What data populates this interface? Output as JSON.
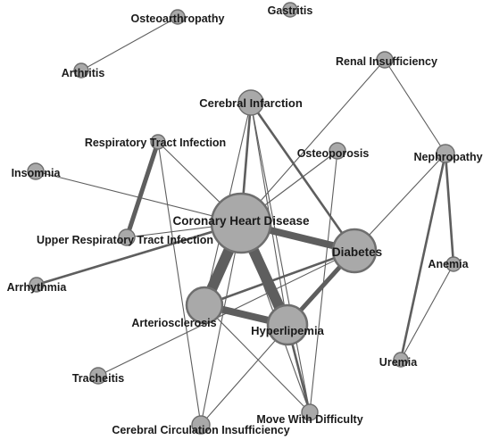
{
  "colors": {
    "background": "#ffffff",
    "node_fill": "#a9a9a9",
    "node_stroke": "#6e6e6e",
    "edge": "#5e5e5e",
    "label": "#1a1a1a"
  },
  "nodes": [
    {
      "id": "chd",
      "label": "Coronary Heart Disease"
    },
    {
      "id": "diabetes",
      "label": "Diabetes"
    },
    {
      "id": "hyperlipemia",
      "label": "Hyperlipemia"
    },
    {
      "id": "arteriosclerosis",
      "label": "Arteriosclerosis"
    },
    {
      "id": "cerebral_infarction",
      "label": "Cerebral Infarction"
    },
    {
      "id": "renal_insufficiency",
      "label": "Renal Insufficiency"
    },
    {
      "id": "nephropathy",
      "label": "Nephropathy"
    },
    {
      "id": "anemia",
      "label": "Anemia"
    },
    {
      "id": "uremia",
      "label": "Uremia"
    },
    {
      "id": "osteoarthropathy",
      "label": "Osteoarthropathy"
    },
    {
      "id": "arthritis",
      "label": "Arthritis"
    },
    {
      "id": "gastritis",
      "label": "Gastritis"
    },
    {
      "id": "respiratory_tract_infection",
      "label": "Respiratory Tract Infection"
    },
    {
      "id": "osteoporosis",
      "label": "Osteoporosis"
    },
    {
      "id": "insomnia",
      "label": "Insomnia"
    },
    {
      "id": "upper_respiratory_tract_infection",
      "label": "Upper Respiratory Tract Infection"
    },
    {
      "id": "arrhythmia",
      "label": "Arrhythmia"
    },
    {
      "id": "tracheitis",
      "label": "Tracheitis"
    },
    {
      "id": "move_with_difficulty",
      "label": "Move With Difficulty"
    },
    {
      "id": "cerebral_circulation_insufficiency",
      "label": "Cerebral Circulation Insufficiency"
    }
  ],
  "edges": [
    {
      "source": "chd",
      "target": "arteriosclerosis",
      "weight": 5
    },
    {
      "source": "chd",
      "target": "hyperlipemia",
      "weight": 5
    },
    {
      "source": "chd",
      "target": "diabetes",
      "weight": 4
    },
    {
      "source": "arteriosclerosis",
      "target": "hyperlipemia",
      "weight": 4
    },
    {
      "source": "arteriosclerosis",
      "target": "diabetes",
      "weight": 2
    },
    {
      "source": "hyperlipemia",
      "target": "diabetes",
      "weight": 3
    },
    {
      "source": "respiratory_tract_infection",
      "target": "upper_respiratory_tract_infection",
      "weight": 3
    },
    {
      "source": "chd",
      "target": "arrhythmia",
      "weight": 2
    },
    {
      "source": "chd",
      "target": "cerebral_infarction",
      "weight": 2
    },
    {
      "source": "cerebral_infarction",
      "target": "diabetes",
      "weight": 2
    },
    {
      "source": "cerebral_infarction",
      "target": "arteriosclerosis",
      "weight": 1
    },
    {
      "source": "cerebral_infarction",
      "target": "hyperlipemia",
      "weight": 1
    },
    {
      "source": "cerebral_infarction",
      "target": "move_with_difficulty",
      "weight": 1
    },
    {
      "source": "respiratory_tract_infection",
      "target": "chd",
      "weight": 1
    },
    {
      "source": "respiratory_tract_infection",
      "target": "cerebral_circulation_insufficiency",
      "weight": 1
    },
    {
      "source": "osteoarthropathy",
      "target": "arthritis",
      "weight": 1
    },
    {
      "source": "renal_insufficiency",
      "target": "nephropathy",
      "weight": 1
    },
    {
      "source": "renal_insufficiency",
      "target": "chd",
      "weight": 1
    },
    {
      "source": "nephropathy",
      "target": "anemia",
      "weight": 2
    },
    {
      "source": "nephropathy",
      "target": "uremia",
      "weight": 2
    },
    {
      "source": "anemia",
      "target": "uremia",
      "weight": 1
    },
    {
      "source": "nephropathy",
      "target": "diabetes",
      "weight": 1
    },
    {
      "source": "insomnia",
      "target": "chd",
      "weight": 1
    },
    {
      "source": "upper_respiratory_tract_infection",
      "target": "chd",
      "weight": 1
    },
    {
      "source": "osteoporosis",
      "target": "chd",
      "weight": 1
    },
    {
      "source": "osteoporosis",
      "target": "move_with_difficulty",
      "weight": 1
    },
    {
      "source": "tracheitis",
      "target": "diabetes",
      "weight": 1
    },
    {
      "source": "cerebral_circulation_insufficiency",
      "target": "chd",
      "weight": 1
    },
    {
      "source": "cerebral_circulation_insufficiency",
      "target": "diabetes",
      "weight": 1
    },
    {
      "source": "arteriosclerosis",
      "target": "move_with_difficulty",
      "weight": 1
    },
    {
      "source": "hyperlipemia",
      "target": "move_with_difficulty",
      "weight": 2
    },
    {
      "source": "chd",
      "target": "move_with_difficulty",
      "weight": 1
    }
  ]
}
